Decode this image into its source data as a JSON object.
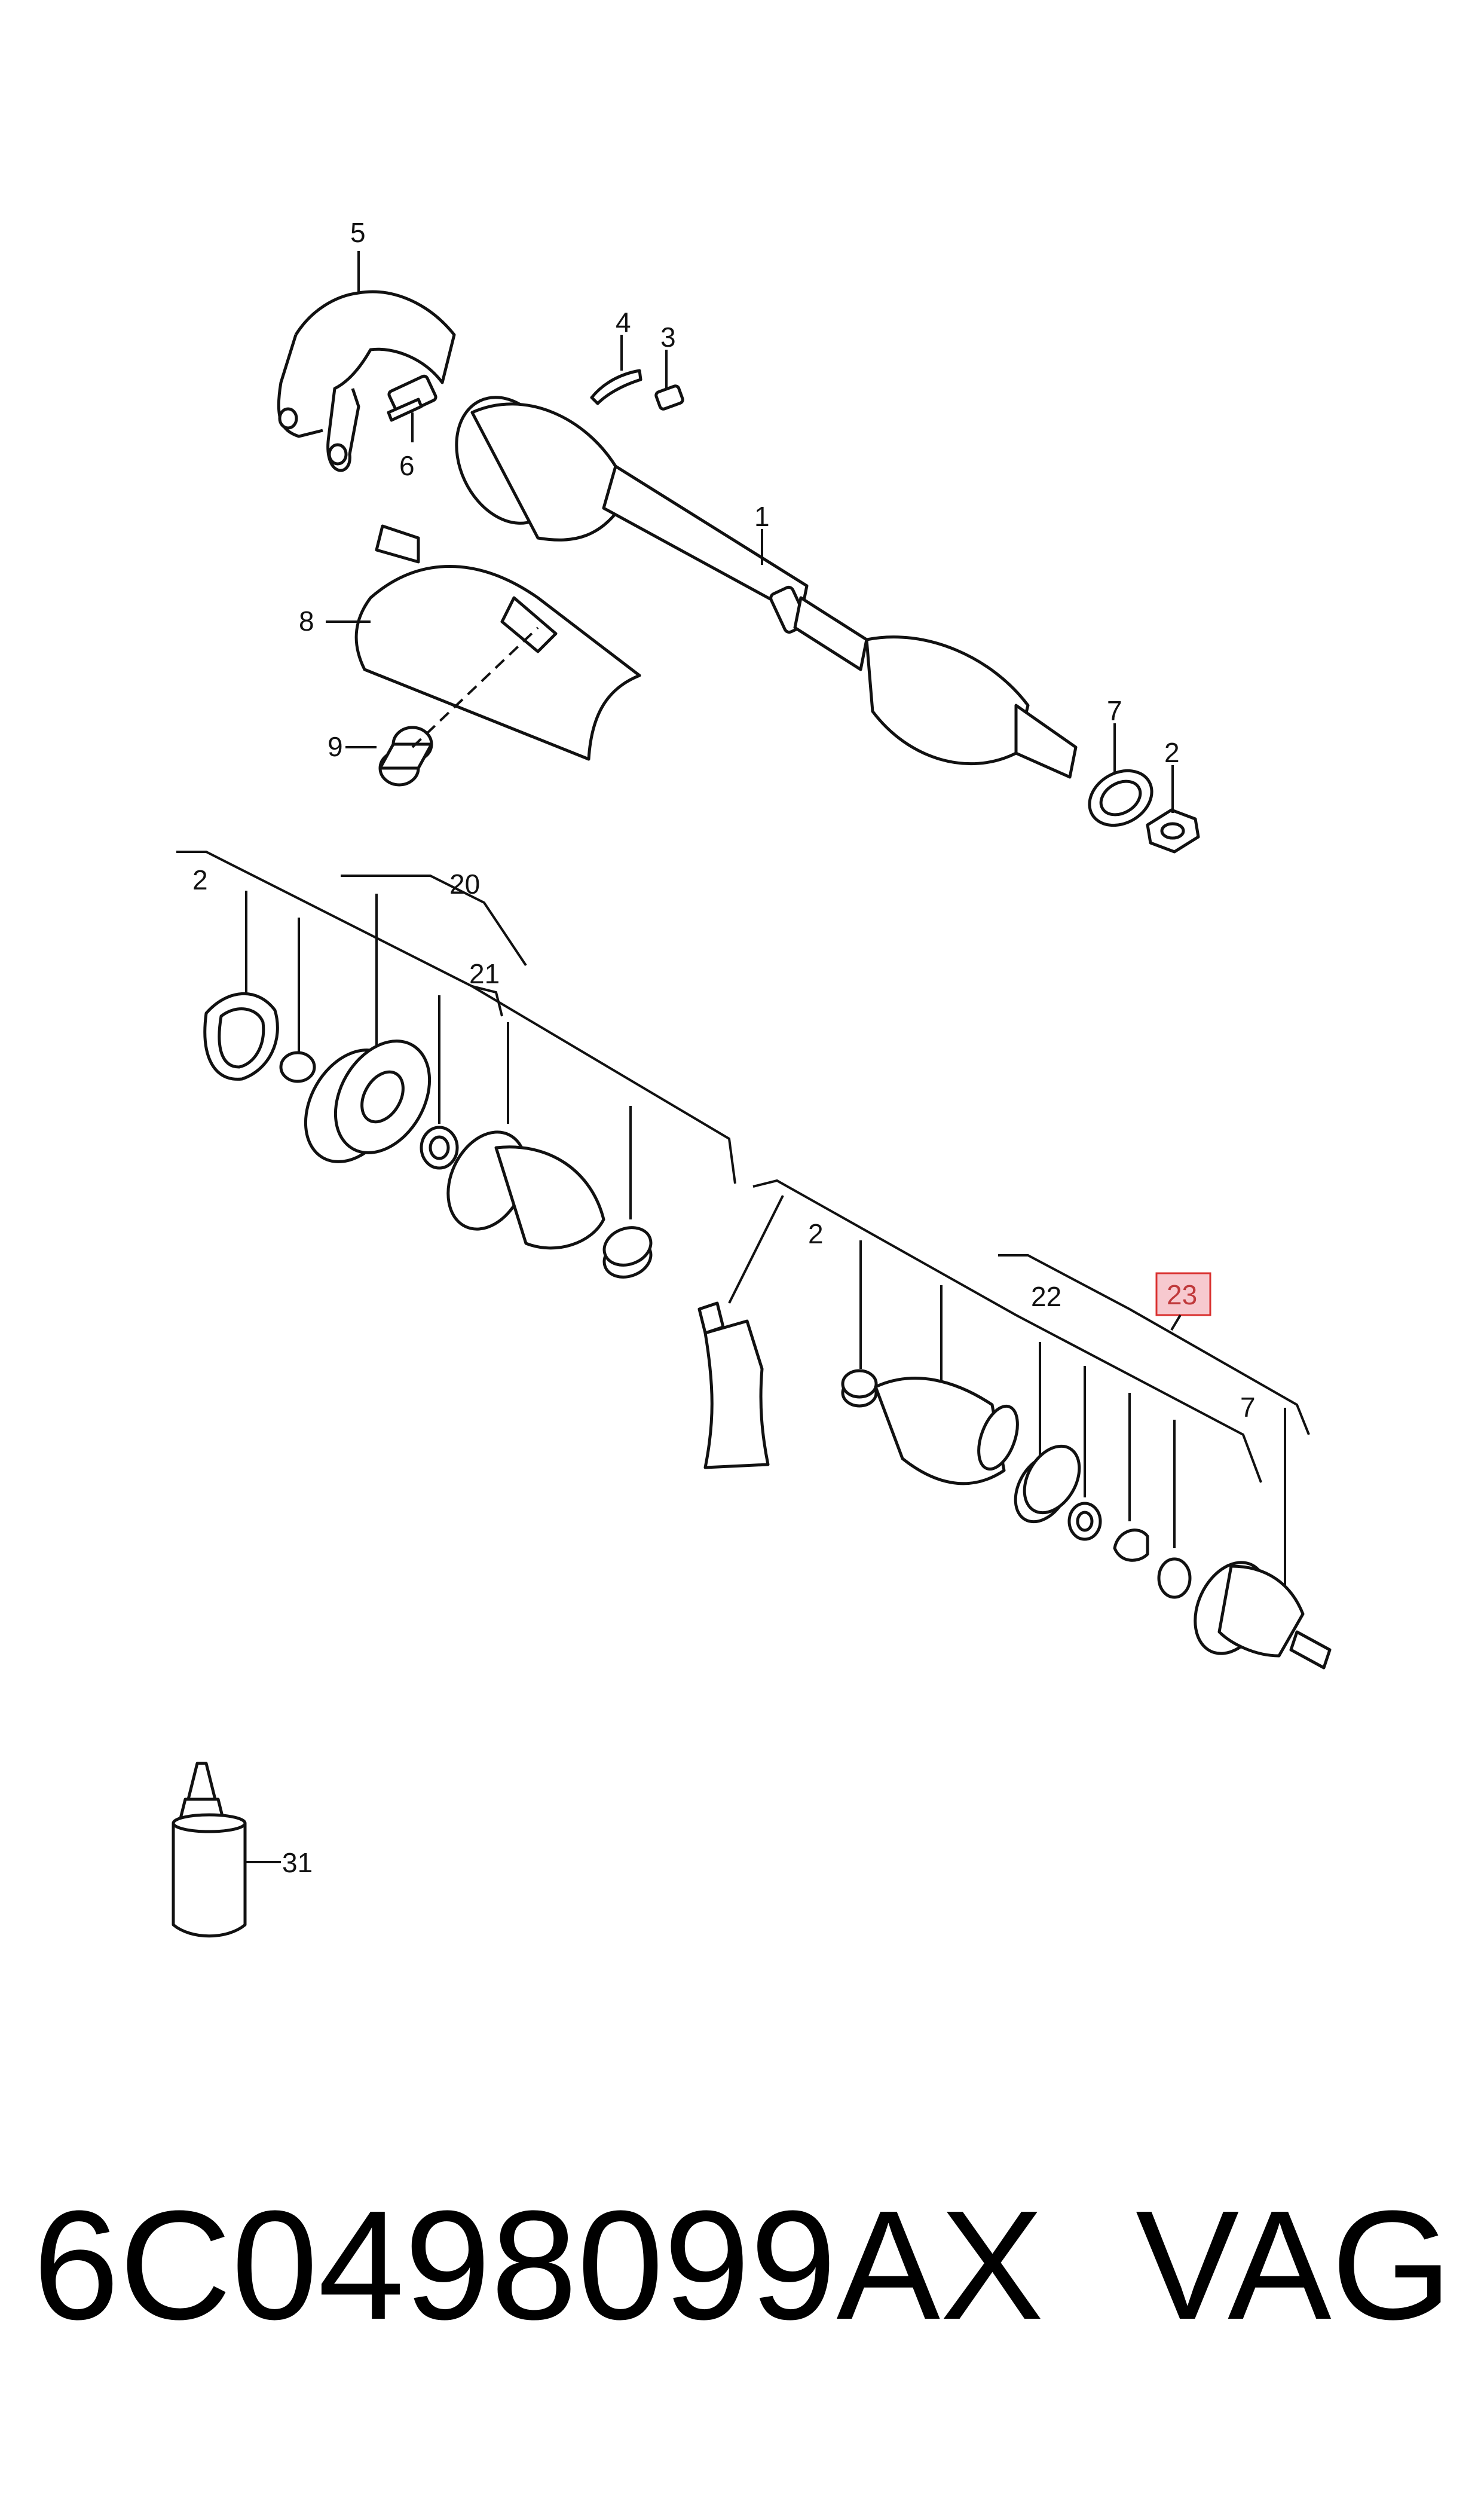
{
  "callouts": {
    "c1": "1",
    "c2_top": "2",
    "c3": "3",
    "c4": "4",
    "c5": "5",
    "c6": "6",
    "c7_top": "7",
    "c8": "8",
    "c9": "9",
    "c2_left": "2",
    "c20": "20",
    "c21": "21",
    "c2_mid": "2",
    "c22": "22",
    "c23": "23",
    "c7_bottom": "7",
    "c31": "31"
  },
  "highlight_color": "#f7c9cf",
  "highlight_border": "#d9302f",
  "footer": {
    "part_number": "6C0498099AX",
    "brand": "VAG"
  }
}
